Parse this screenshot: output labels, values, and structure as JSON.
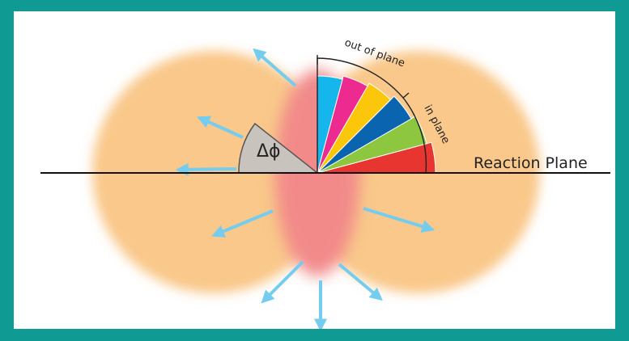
{
  "diagram": {
    "labels": {
      "reaction_plane": "Reaction Plane",
      "delta_phi": "Δϕ",
      "out_of_plane": "out of plane",
      "in_plane": "in plane"
    },
    "colors": {
      "background_frame": "#0f9a93",
      "canvas": "#ffffff",
      "lobe_orange": "#f9c88a",
      "overlap_pink": "#f28a8a",
      "arrow_cyan": "#74cdef",
      "wedge_gray": "#c9c3bd",
      "axis_line": "#111111"
    },
    "sector_colors": [
      "#e8352f",
      "#8dc63f",
      "#0a64b0",
      "#fcc70a",
      "#ec2a8f",
      "#14b6ec"
    ],
    "sector_names": [
      "sector-red",
      "sector-green",
      "sector-blue",
      "sector-yellow",
      "sector-magenta",
      "sector-cyan"
    ]
  }
}
